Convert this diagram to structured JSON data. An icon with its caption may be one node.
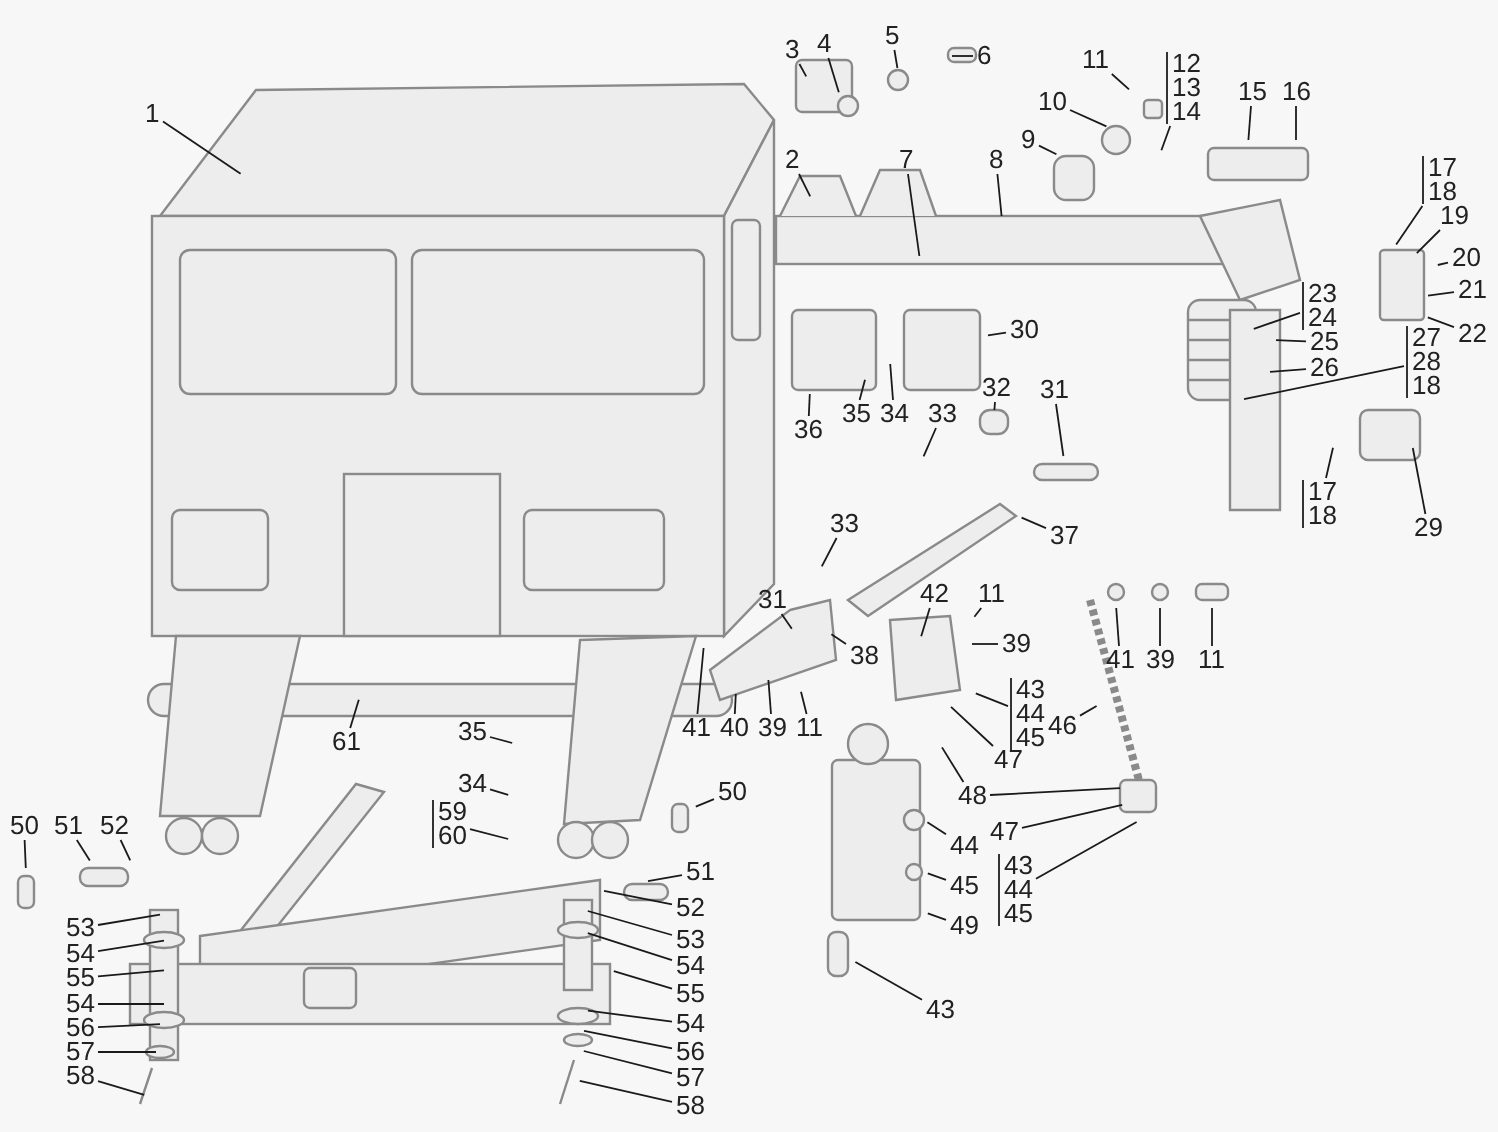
{
  "diagram": {
    "nodes": [
      {
        "text": [
          "1"
        ]
      },
      {
        "text": [
          "3"
        ]
      },
      {
        "text": [
          "4"
        ]
      },
      {
        "text": [
          "5"
        ]
      },
      {
        "text": [
          "6"
        ]
      },
      {
        "text": [
          "2"
        ]
      },
      {
        "text": [
          "7"
        ]
      },
      {
        "text": [
          "8"
        ]
      },
      {
        "text": [
          "11"
        ]
      },
      {
        "text": [
          "10"
        ]
      },
      {
        "text": [
          "9"
        ]
      },
      {
        "text": [
          "12 13 14"
        ]
      },
      {
        "text": [
          "15"
        ]
      },
      {
        "text": [
          "16"
        ]
      },
      {
        "text": [
          "17 18"
        ]
      },
      {
        "text": [
          "19"
        ]
      },
      {
        "text": [
          "20"
        ]
      },
      {
        "text": [
          "23 24"
        ]
      },
      {
        "text": [
          "21"
        ]
      },
      {
        "text": [
          "22"
        ]
      },
      {
        "text": [
          "25"
        ]
      },
      {
        "text": [
          "26"
        ]
      },
      {
        "text": [
          "27 28 18"
        ]
      },
      {
        "text": [
          "30"
        ]
      },
      {
        "text": [
          "36"
        ]
      },
      {
        "text": [
          "35"
        ]
      },
      {
        "text": [
          "34"
        ]
      },
      {
        "text": [
          "32"
        ]
      },
      {
        "text": [
          "31"
        ]
      },
      {
        "text": [
          "33"
        ]
      },
      {
        "text": [
          "17 18"
        ]
      },
      {
        "text": [
          "29"
        ]
      },
      {
        "text": [
          "37"
        ]
      },
      {
        "text": [
          "33"
        ]
      },
      {
        "text": [
          "31"
        ]
      },
      {
        "text": [
          "42"
        ]
      },
      {
        "text": [
          "11"
        ]
      },
      {
        "text": [
          "11"
        ]
      },
      {
        "text": [
          "41"
        ]
      },
      {
        "text": [
          "39"
        ]
      },
      {
        "text": [
          "38"
        ]
      },
      {
        "text": [
          "39"
        ]
      },
      {
        "text": [
          "43 44 45"
        ]
      },
      {
        "text": [
          "61"
        ]
      },
      {
        "text": [
          "41"
        ]
      },
      {
        "text": [
          "40"
        ]
      },
      {
        "text": [
          "39"
        ]
      },
      {
        "text": [
          "11"
        ]
      },
      {
        "text": [
          "46"
        ]
      },
      {
        "text": [
          "35"
        ]
      },
      {
        "text": [
          "47"
        ]
      },
      {
        "text": [
          "34"
        ]
      },
      {
        "text": [
          "48"
        ]
      },
      {
        "text": [
          "59 60"
        ]
      },
      {
        "text": [
          "50"
        ]
      },
      {
        "text": [
          "51"
        ]
      },
      {
        "text": [
          "52"
        ]
      },
      {
        "text": [
          "44"
        ]
      },
      {
        "text": [
          "47"
        ]
      },
      {
        "text": [
          "43 44 45"
        ]
      },
      {
        "text": [
          "45"
        ]
      },
      {
        "text": [
          "49"
        ]
      },
      {
        "text": [
          "43"
        ]
      },
      {
        "text": [
          "50"
        ]
      },
      {
        "text": [
          "51"
        ]
      },
      {
        "text": [
          "52"
        ]
      },
      {
        "text": [
          "53"
        ]
      },
      {
        "text": [
          "54"
        ]
      },
      {
        "text": [
          "55"
        ]
      },
      {
        "text": [
          "54"
        ]
      },
      {
        "text": [
          "56"
        ]
      },
      {
        "text": [
          "57"
        ]
      },
      {
        "text": [
          "58"
        ]
      },
      {
        "text": [
          "53"
        ]
      },
      {
        "text": [
          "54"
        ]
      },
      {
        "text": [
          "55"
        ]
      },
      {
        "text": [
          "54"
        ]
      },
      {
        "text": [
          "56"
        ]
      },
      {
        "text": [
          "57"
        ]
      },
      {
        "text": [
          "58"
        ]
      }
    ],
    "edges": [
      {
        "from": 0,
        "to": null,
        "arrow": "none"
      },
      {
        "from": 1,
        "to": null,
        "arrow": "none"
      },
      {
        "from": 2,
        "to": null,
        "arrow": "none"
      },
      {
        "from": 3,
        "to": null,
        "arrow": "none"
      },
      {
        "from": 4,
        "to": null,
        "arrow": "none"
      },
      {
        "from": 5,
        "to": null,
        "arrow": "none"
      },
      {
        "from": 6,
        "to": null,
        "arrow": "none"
      },
      {
        "from": 7,
        "to": null,
        "arrow": "none"
      },
      {
        "from": 8,
        "to": null,
        "arrow": "none"
      },
      {
        "from": 9,
        "to": null,
        "arrow": "none"
      },
      {
        "from": 10,
        "to": null,
        "arrow": "none"
      },
      {
        "from": 11,
        "to": null,
        "arrow": "none"
      },
      {
        "from": 12,
        "to": null,
        "arrow": "none"
      },
      {
        "from": 13,
        "to": null,
        "arrow": "none"
      },
      {
        "from": 14,
        "to": null,
        "arrow": "none"
      },
      {
        "from": 15,
        "to": null,
        "arrow": "none"
      },
      {
        "from": 16,
        "to": null,
        "arrow": "none"
      },
      {
        "from": 17,
        "to": null,
        "arrow": "none"
      },
      {
        "from": 18,
        "to": null,
        "arrow": "none"
      },
      {
        "from": 19,
        "to": null,
        "arrow": "none"
      },
      {
        "from": 20,
        "to": null,
        "arrow": "none"
      },
      {
        "from": 21,
        "to": null,
        "arrow": "none"
      },
      {
        "from": 22,
        "to": null,
        "arrow": "none"
      },
      {
        "from": 23,
        "to": null,
        "arrow": "none"
      },
      {
        "from": 24,
        "to": null,
        "arrow": "none"
      },
      {
        "from": 25,
        "to": null,
        "arrow": "none"
      },
      {
        "from": 26,
        "to": null,
        "arrow": "none"
      },
      {
        "from": 27,
        "to": null,
        "arrow": "none"
      },
      {
        "from": 28,
        "to": null,
        "arrow": "none"
      },
      {
        "from": 29,
        "to": null,
        "arrow": "none"
      },
      {
        "from": 30,
        "to": null,
        "arrow": "none"
      },
      {
        "from": 31,
        "to": null,
        "arrow": "none"
      },
      {
        "from": 32,
        "to": null,
        "arrow": "none"
      },
      {
        "from": 33,
        "to": null,
        "arrow": "none"
      },
      {
        "from": 34,
        "to": null,
        "arrow": "none"
      },
      {
        "from": 35,
        "to": null,
        "arrow": "none"
      },
      {
        "from": 36,
        "to": null,
        "arrow": "none"
      },
      {
        "from": 37,
        "to": null,
        "arrow": "none"
      },
      {
        "from": 38,
        "to": null,
        "arrow": "none"
      },
      {
        "from": 39,
        "to": null,
        "arrow": "none"
      },
      {
        "from": 40,
        "to": null,
        "arrow": "none"
      },
      {
        "from": 41,
        "to": null,
        "arrow": "none"
      },
      {
        "from": 42,
        "to": null,
        "arrow": "none"
      },
      {
        "from": 43,
        "to": null,
        "arrow": "none"
      },
      {
        "from": 44,
        "to": null,
        "arrow": "none"
      },
      {
        "from": 45,
        "to": null,
        "arrow": "none"
      },
      {
        "from": 46,
        "to": null,
        "arrow": "none"
      },
      {
        "from": 47,
        "to": null,
        "arrow": "none"
      },
      {
        "from": 48,
        "to": null,
        "arrow": "none"
      },
      {
        "from": 49,
        "to": null,
        "arrow": "none"
      },
      {
        "from": 50,
        "to": null,
        "arrow": "none"
      },
      {
        "from": 51,
        "to": null,
        "arrow": "none"
      },
      {
        "from": 52,
        "to": null,
        "arrow": "none"
      },
      {
        "from": 52,
        "to": null,
        "arrow": "none"
      },
      {
        "from": 53,
        "to": null,
        "arrow": "none"
      },
      {
        "from": 54,
        "to": null,
        "arrow": "none"
      },
      {
        "from": 55,
        "to": null,
        "arrow": "none"
      },
      {
        "from": 56,
        "to": null,
        "arrow": "none"
      },
      {
        "from": 57,
        "to": null,
        "arrow": "none"
      },
      {
        "from": 58,
        "to": null,
        "arrow": "none"
      },
      {
        "from": 59,
        "to": null,
        "arrow": "none"
      },
      {
        "from": 60,
        "to": null,
        "arrow": "none"
      },
      {
        "from": 61,
        "to": null,
        "arrow": "none"
      },
      {
        "from": 62,
        "to": null,
        "arrow": "none"
      },
      {
        "from": 63,
        "to": null,
        "arrow": "none"
      },
      {
        "from": 64,
        "to": null,
        "arrow": "none"
      },
      {
        "from": 65,
        "to": null,
        "arrow": "none"
      },
      {
        "from": 66,
        "to": null,
        "arrow": "none"
      },
      {
        "from": 67,
        "to": null,
        "arrow": "none"
      },
      {
        "from": 68,
        "to": null,
        "arrow": "none"
      },
      {
        "from": 69,
        "to": null,
        "arrow": "none"
      },
      {
        "from": 70,
        "to": null,
        "arrow": "none"
      },
      {
        "from": 71,
        "to": null,
        "arrow": "none"
      },
      {
        "from": 72,
        "to": null,
        "arrow": "none"
      },
      {
        "from": 73,
        "to": null,
        "arrow": "none"
      },
      {
        "from": 74,
        "to": null,
        "arrow": "none"
      },
      {
        "from": 75,
        "to": null,
        "arrow": "none"
      },
      {
        "from": 76,
        "to": null,
        "arrow": "none"
      },
      {
        "from": 77,
        "to": null,
        "arrow": "none"
      },
      {
        "from": 78,
        "to": null,
        "arrow": "none"
      },
      {
        "from": 79,
        "to": null,
        "arrow": "none"
      }
    ]
  }
}
